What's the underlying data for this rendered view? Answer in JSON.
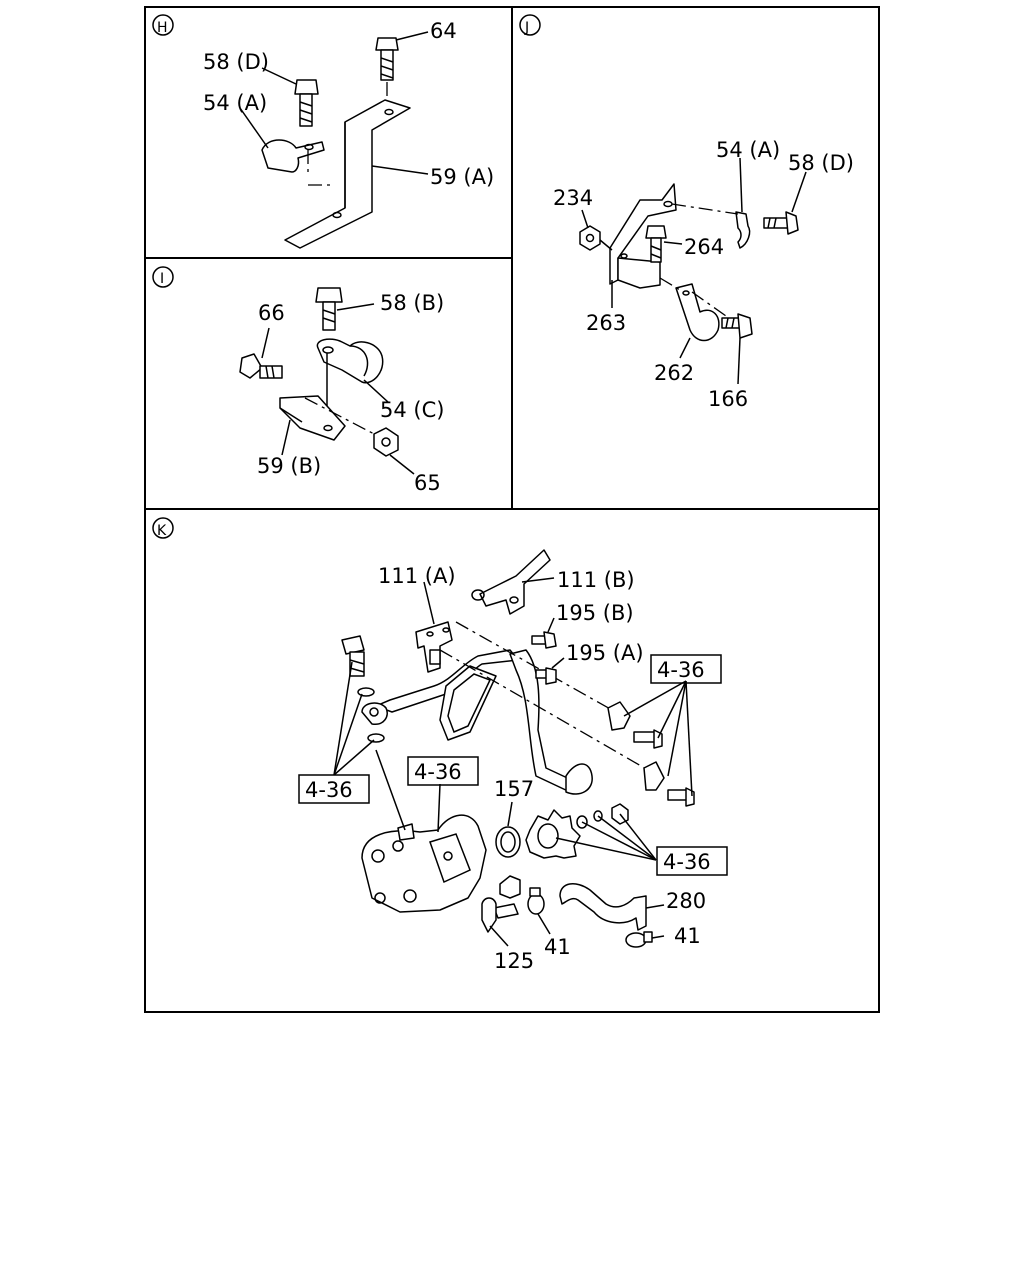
{
  "panels": {
    "h": {
      "letter": "H",
      "labels": {
        "p64": "64",
        "p58d": "58 (D)",
        "p54a": "54 (A)",
        "p59a": "59 (A)"
      }
    },
    "i": {
      "letter": "I",
      "labels": {
        "p66": "66",
        "p58b": "58 (B)",
        "p54c": "54 (C)",
        "p59b": "59 (B)",
        "p65": "65"
      }
    },
    "j": {
      "letter": "J",
      "labels": {
        "p54a": "54 (A)",
        "p58d": "58 (D)",
        "p234": "234",
        "p264": "264",
        "p263": "263",
        "p262": "262",
        "p166": "166"
      }
    },
    "k": {
      "letter": "K",
      "labels": {
        "p111a": "111 (A)",
        "p111b": "111 (B)",
        "p195b": "195 (B)",
        "p195a": "195 (A)",
        "ref1": "4-36",
        "ref2": "4-36",
        "ref3": "4-36",
        "ref4": "4-36",
        "p157": "157",
        "p280": "280",
        "p41a": "41",
        "p41b": "41",
        "p125": "125"
      }
    }
  }
}
